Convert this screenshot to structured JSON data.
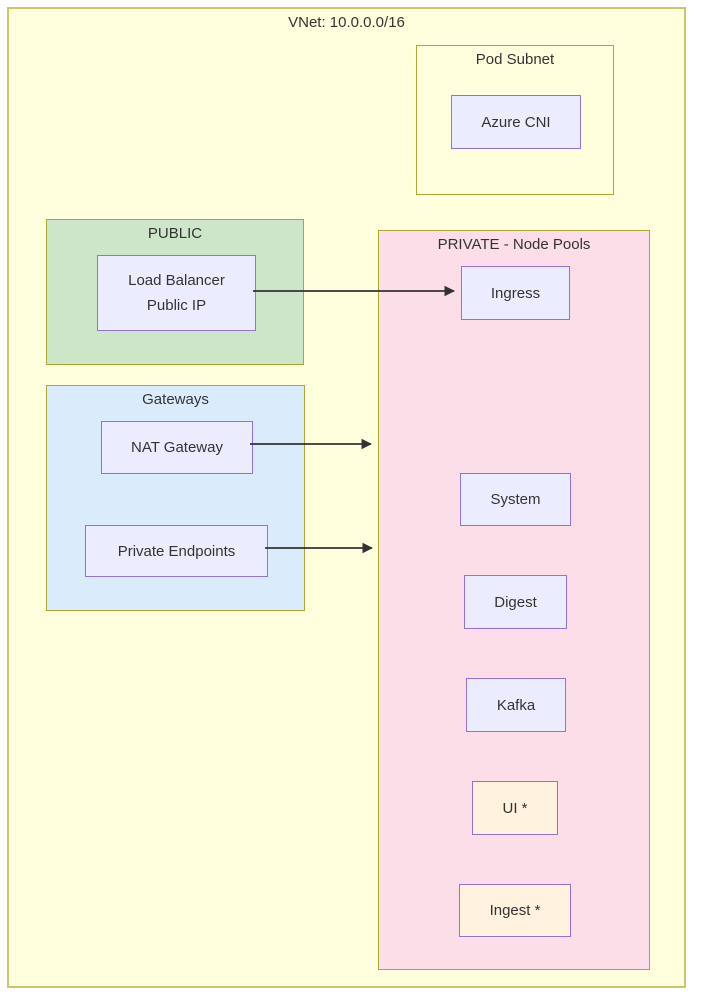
{
  "diagram": {
    "type": "network-architecture-flowchart",
    "title": "VNet: 10.0.0.0/16",
    "groups": {
      "pod_subnet": {
        "label": "Pod Subnet"
      },
      "public": {
        "label": "PUBLIC"
      },
      "gateways": {
        "label": "Gateways"
      },
      "private": {
        "label": "PRIVATE - Node Pools"
      }
    },
    "nodes": {
      "azure_cni": {
        "label": "Azure CNI",
        "group": "pod_subnet"
      },
      "load_balancer": {
        "label": "Load Balancer\nPublic IP",
        "group": "public"
      },
      "nat_gateway": {
        "label": "NAT Gateway",
        "group": "gateways"
      },
      "private_endpoints": {
        "label": "Private Endpoints",
        "group": "gateways"
      },
      "ingress": {
        "label": "Ingress",
        "group": "private"
      },
      "system": {
        "label": "System",
        "group": "private"
      },
      "digest": {
        "label": "Digest",
        "group": "private"
      },
      "kafka": {
        "label": "Kafka",
        "group": "private"
      },
      "ui": {
        "label": "UI *",
        "group": "private",
        "highlighted": true
      },
      "ingest": {
        "label": "Ingest *",
        "group": "private",
        "highlighted": true
      }
    },
    "edges": [
      {
        "from": "load_balancer",
        "to": "ingress"
      },
      {
        "from": "nat_gateway",
        "to": "private"
      },
      {
        "from": "private_endpoints",
        "to": "private"
      }
    ],
    "colors": {
      "canvas": "#ffffff",
      "vnet_fill": "#ffffde",
      "vnet_border": "#c9c76a",
      "subgroup_border": "#aaaa33",
      "pod_subnet_fill": "#ffffde",
      "public_fill": "#cde5c8",
      "gateways_fill": "#daecfb",
      "private_fill": "#fbdee8",
      "node_fill": "#ececff",
      "node_border": "#9370db",
      "highlight_node_fill": "#fff2de",
      "edge": "#333333",
      "text": "#333333"
    }
  }
}
